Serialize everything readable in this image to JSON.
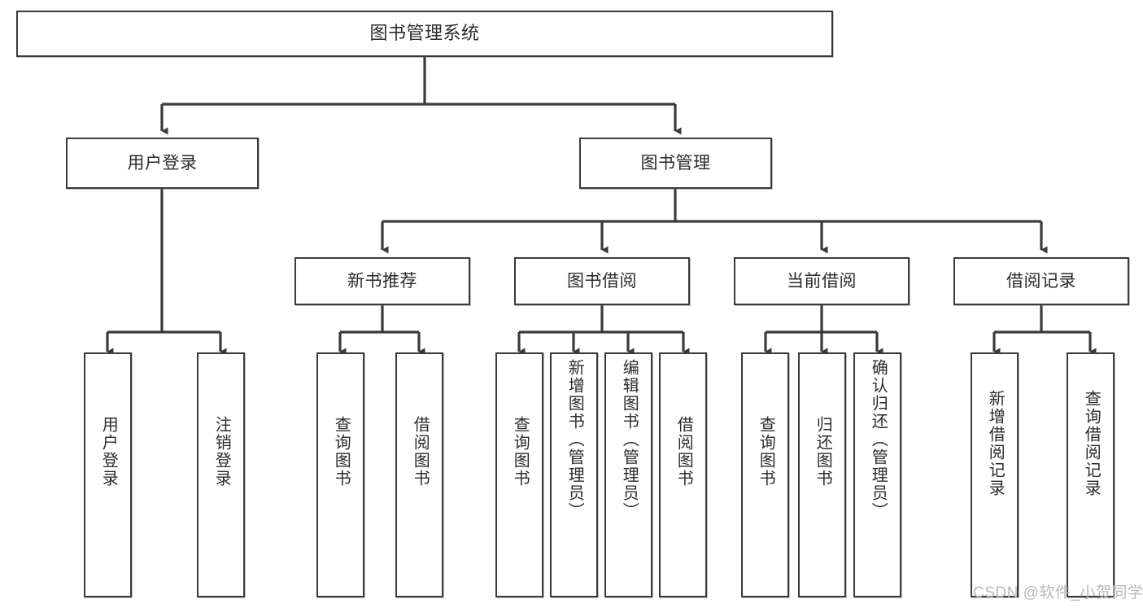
{
  "diagram": {
    "type": "tree-hierarchy-flowchart",
    "title": "图书管理系统",
    "levels": {
      "root": {
        "label": "图书管理系统"
      },
      "level2": [
        {
          "id": "user-login",
          "label": "用户登录"
        },
        {
          "id": "book-management",
          "label": "图书管理"
        }
      ],
      "level3": [
        {
          "id": "new-book-recommend",
          "label": "新书推荐",
          "parent": "book-management"
        },
        {
          "id": "book-borrow",
          "label": "图书借阅",
          "parent": "book-management"
        },
        {
          "id": "current-borrow",
          "label": "当前借阅",
          "parent": "book-management"
        },
        {
          "id": "borrow-record",
          "label": "借阅记录",
          "parent": "book-management"
        }
      ],
      "leaves": [
        {
          "id": "leaf-user-login",
          "label": "用户登录",
          "parent": "user-login"
        },
        {
          "id": "leaf-logout",
          "label": "注销登录",
          "parent": "user-login"
        },
        {
          "id": "leaf-query-book-1",
          "label": "查询图书",
          "parent": "new-book-recommend"
        },
        {
          "id": "leaf-borrow-book-1",
          "label": "借阅图书",
          "parent": "new-book-recommend"
        },
        {
          "id": "leaf-query-book-2",
          "label": "查询图书",
          "parent": "book-borrow"
        },
        {
          "id": "leaf-add-book",
          "label": "新增图书（管理员）",
          "parent": "book-borrow"
        },
        {
          "id": "leaf-edit-book",
          "label": "编辑图书（管理员）",
          "parent": "book-borrow"
        },
        {
          "id": "leaf-borrow-book-2",
          "label": "借阅图书",
          "parent": "book-borrow"
        },
        {
          "id": "leaf-query-book-3",
          "label": "查询图书",
          "parent": "current-borrow"
        },
        {
          "id": "leaf-return-book",
          "label": "归还图书",
          "parent": "current-borrow"
        },
        {
          "id": "leaf-confirm-return",
          "label": "确认归还（管理员）",
          "parent": "current-borrow"
        },
        {
          "id": "leaf-add-record",
          "label": "新增借阅记录",
          "parent": "borrow-record"
        },
        {
          "id": "leaf-query-record",
          "label": "查询借阅记录",
          "parent": "borrow-record"
        }
      ]
    },
    "colors": {
      "stroke": "#3a3a3a",
      "fill": "#ffffff",
      "text": "#2b2b2b",
      "watermark": "#b9b9b9"
    }
  },
  "watermark": {
    "text": "CSDN @软件_小贺同学"
  }
}
